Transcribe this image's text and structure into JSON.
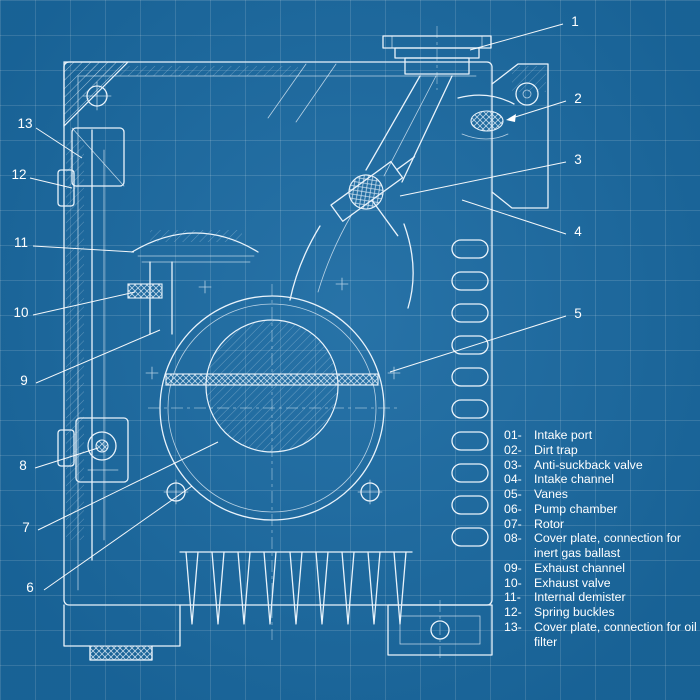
{
  "colors": {
    "background": "#1a6aa2",
    "grid_line": "#4b8fbf",
    "drawing_line": "#e9f3fb",
    "text": "#ffffff"
  },
  "callouts": [
    "1",
    "2",
    "3",
    "4",
    "5",
    "6",
    "7",
    "8",
    "9",
    "10",
    "11",
    "12",
    "13"
  ],
  "legend": {
    "items": [
      {
        "code": "01-",
        "label": "Intake port"
      },
      {
        "code": "02-",
        "label": "Dirt trap"
      },
      {
        "code": "03-",
        "label": "Anti-suckback valve"
      },
      {
        "code": "04-",
        "label": "Intake channel"
      },
      {
        "code": "05-",
        "label": "Vanes"
      },
      {
        "code": "06-",
        "label": "Pump chamber"
      },
      {
        "code": "07-",
        "label": "Rotor"
      },
      {
        "code": "08-",
        "label": "Cover plate, connection for inert gas ballast"
      },
      {
        "code": "09-",
        "label": "Exhaust channel"
      },
      {
        "code": "10-",
        "label": "Exhaust valve"
      },
      {
        "code": "11-",
        "label": "Internal demister"
      },
      {
        "code": "12-",
        "label": "Spring buckles"
      },
      {
        "code": "13-",
        "label": "Cover plate, connection for oil filter"
      }
    ]
  }
}
